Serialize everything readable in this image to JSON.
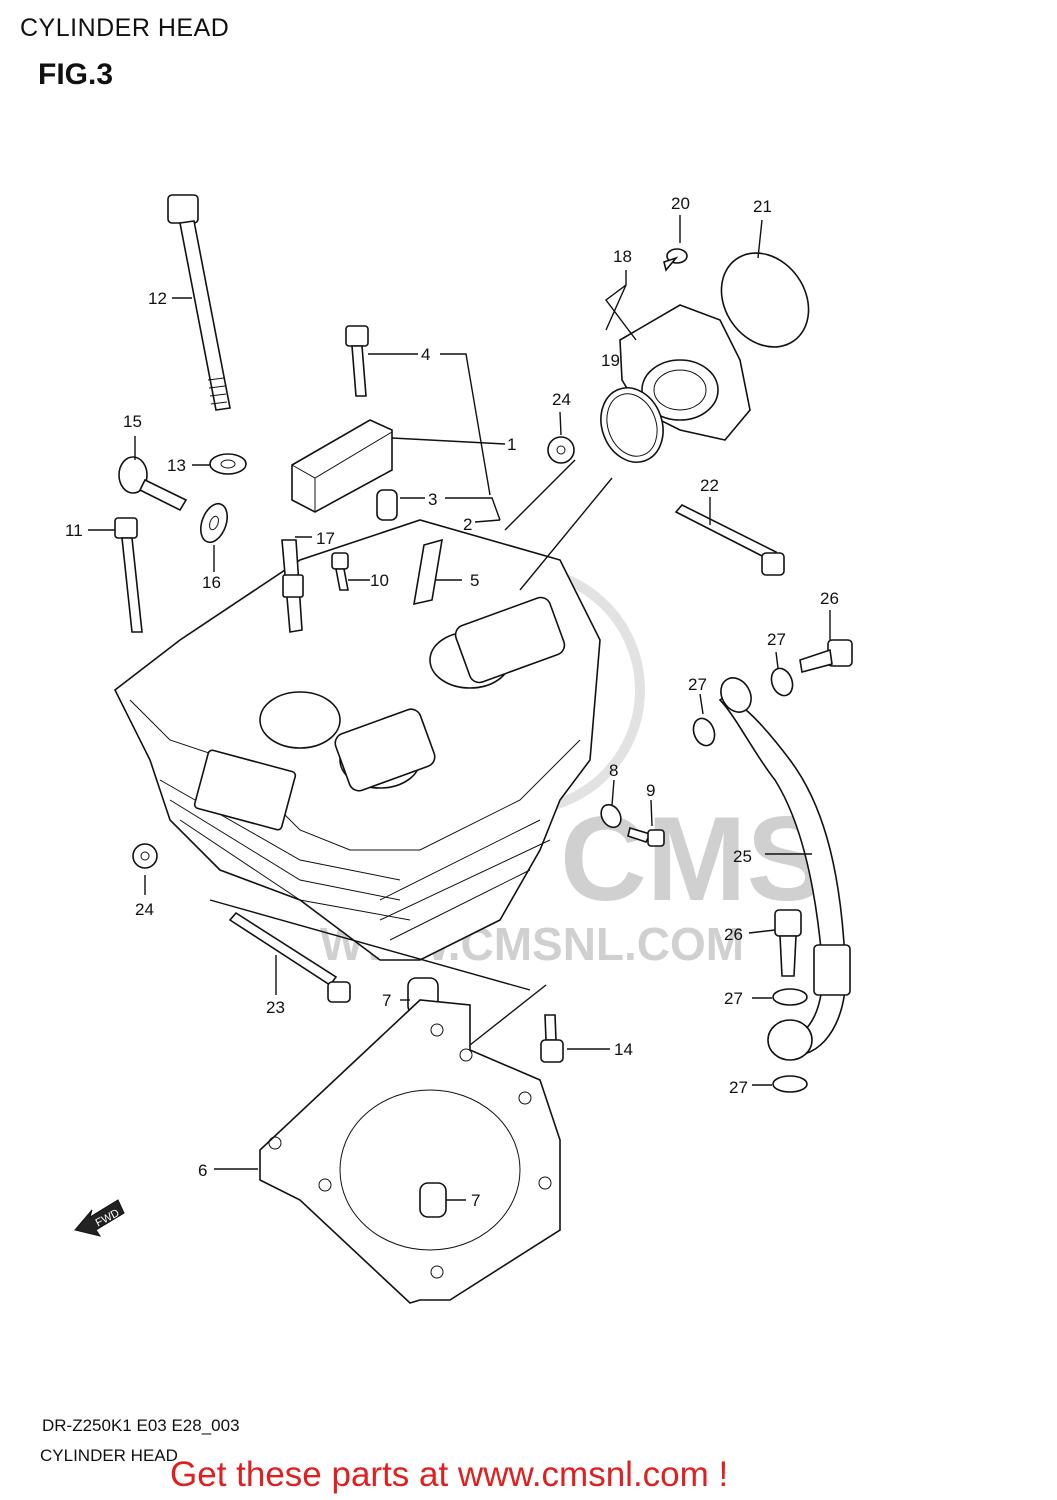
{
  "header": {
    "title": "CYLINDER HEAD",
    "figure": "FIG.3"
  },
  "watermark": {
    "logo_text": "CMS",
    "url_text": "WWW.CMSNL.COM"
  },
  "fwd_label": "FWD",
  "callouts": [
    "1",
    "2",
    "3",
    "4",
    "5",
    "6",
    "7",
    "7",
    "8",
    "9",
    "10",
    "11",
    "12",
    "13",
    "14",
    "15",
    "16",
    "17",
    "18",
    "19",
    "20",
    "21",
    "22",
    "23",
    "24",
    "24",
    "25",
    "26",
    "26",
    "27",
    "27",
    "27",
    "27"
  ],
  "footer": {
    "code": "DR-Z250K1 E03 E28_003",
    "subtitle": "CYLINDER HEAD",
    "promo": "Get these parts at www.cmsnl.com !"
  },
  "colors": {
    "promo": "#e02020",
    "watermark": "#d0d0d0",
    "ink": "#111111"
  }
}
